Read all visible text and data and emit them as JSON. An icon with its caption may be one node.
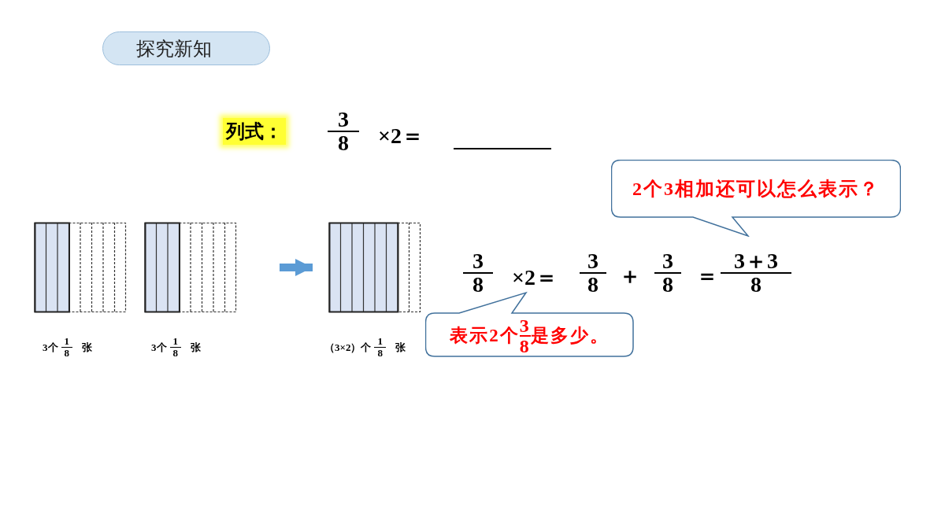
{
  "diagram": {
    "nodes": [
      {
        "text": [
          "探究新知"
        ]
      },
      {
        "text": [
          "2个3相加还可以怎么表示？"
        ]
      },
      {
        "text": [],
        "shape": "box",
        "beside": [
          "3个",
          "1",
          "8",
          "张"
        ]
      },
      {
        "text": [],
        "shape": "box",
        "beside": [
          "3个",
          "1",
          "8",
          "张"
        ]
      },
      {
        "text": [],
        "shape": "box",
        "beside": [
          "（3×2）个",
          "1",
          "8",
          "张"
        ]
      },
      {
        "text": [
          "表示2个",
          "3",
          "8",
          "是多少。"
        ]
      }
    ],
    "edges": [
      {
        "from": 3,
        "to": 4,
        "arrow": "to"
      }
    ],
    "labels": [
      "列式：",
      "3",
      "8",
      "×2＝",
      "3",
      "8",
      "×2＝",
      "3",
      "8",
      "＋",
      "3",
      "8",
      "＝",
      "3＋3",
      "8"
    ]
  }
}
